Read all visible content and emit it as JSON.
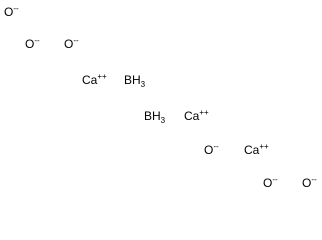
{
  "species": [
    {
      "symbol": "O",
      "charge": "--",
      "subscript": ""
    },
    {
      "symbol": "O",
      "charge": "--",
      "subscript": ""
    },
    {
      "symbol": "O",
      "charge": "--",
      "subscript": ""
    },
    {
      "symbol": "Ca",
      "charge": "++",
      "subscript": ""
    },
    {
      "symbol": "BH",
      "charge": "",
      "subscript": "3"
    },
    {
      "symbol": "BH",
      "charge": "",
      "subscript": "3"
    },
    {
      "symbol": "Ca",
      "charge": "++",
      "subscript": ""
    },
    {
      "symbol": "O",
      "charge": "--",
      "subscript": ""
    },
    {
      "symbol": "Ca",
      "charge": "++",
      "subscript": ""
    },
    {
      "symbol": "O",
      "charge": "--",
      "subscript": ""
    },
    {
      "symbol": "O",
      "charge": "--",
      "subscript": ""
    }
  ],
  "colors": {
    "text": "#000000",
    "background": "#ffffff"
  }
}
